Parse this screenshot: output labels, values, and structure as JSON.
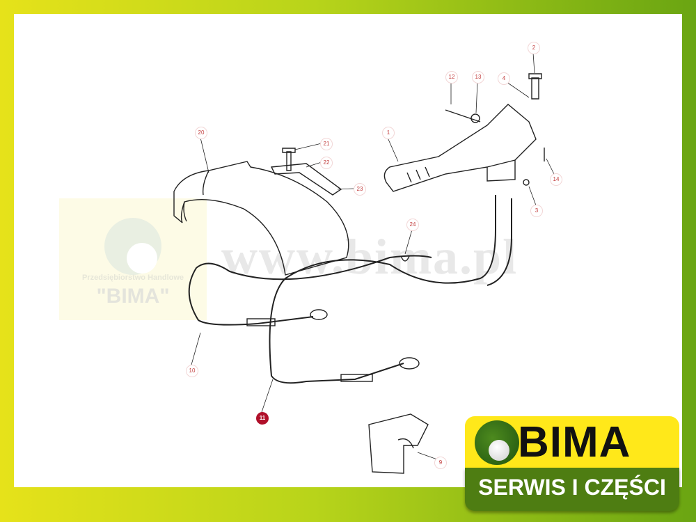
{
  "watermark": {
    "company_line": "Przedsiębiorstwo Handlowe",
    "company_name": "\"BIMA\"",
    "url": "www.bima.pl"
  },
  "diagram": {
    "callouts": [
      {
        "id": "1",
        "selected": false
      },
      {
        "id": "2",
        "selected": false
      },
      {
        "id": "3",
        "selected": false
      },
      {
        "id": "4",
        "selected": false
      },
      {
        "id": "9",
        "selected": false
      },
      {
        "id": "10",
        "selected": false
      },
      {
        "id": "11",
        "selected": true
      },
      {
        "id": "12",
        "selected": false
      },
      {
        "id": "13",
        "selected": false
      },
      {
        "id": "14",
        "selected": false
      },
      {
        "id": "20",
        "selected": false
      },
      {
        "id": "21",
        "selected": false
      },
      {
        "id": "22",
        "selected": false
      },
      {
        "id": "23",
        "selected": false
      },
      {
        "id": "24",
        "selected": false
      }
    ]
  },
  "logo": {
    "name": "BIMA",
    "tagline": "SERWIS I CZĘŚCI"
  },
  "colors": {
    "frame_left": "#e6e21a",
    "frame_right": "#6aa512",
    "callout_text": "#c23b3b",
    "selected": "#b0102a",
    "logo_yellow": "#ffe81a",
    "logo_green": "#4e7d12"
  }
}
